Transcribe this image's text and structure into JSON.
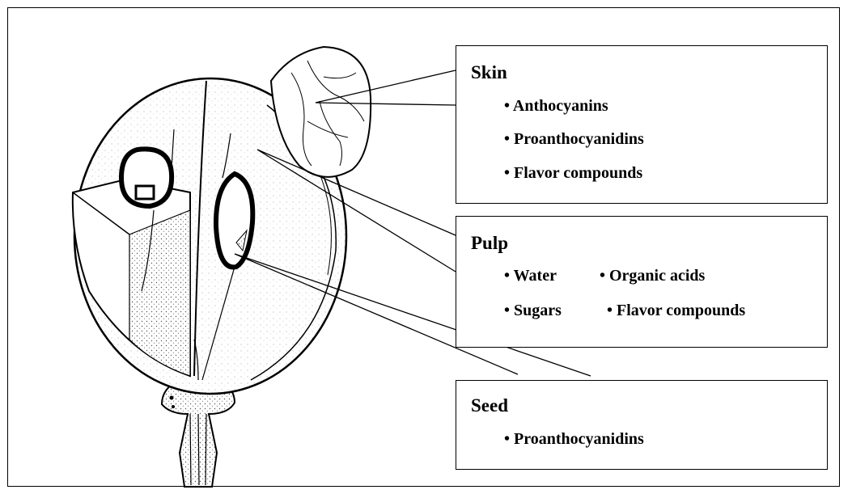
{
  "skin": {
    "title": "Skin",
    "items": [
      "• Anthocyanins",
      "• Proanthocyanidins",
      "• Flavor compounds"
    ]
  },
  "pulp": {
    "title": "Pulp",
    "items": [
      "• Water",
      "• Organic acids",
      "• Sugars",
      "• Flavor compounds"
    ]
  },
  "seed": {
    "title": "Seed",
    "items": [
      "• Proanthocyanidins"
    ]
  },
  "colors": {
    "line": "#000000",
    "background": "#ffffff",
    "cut_shade": "#bdbdbd"
  }
}
